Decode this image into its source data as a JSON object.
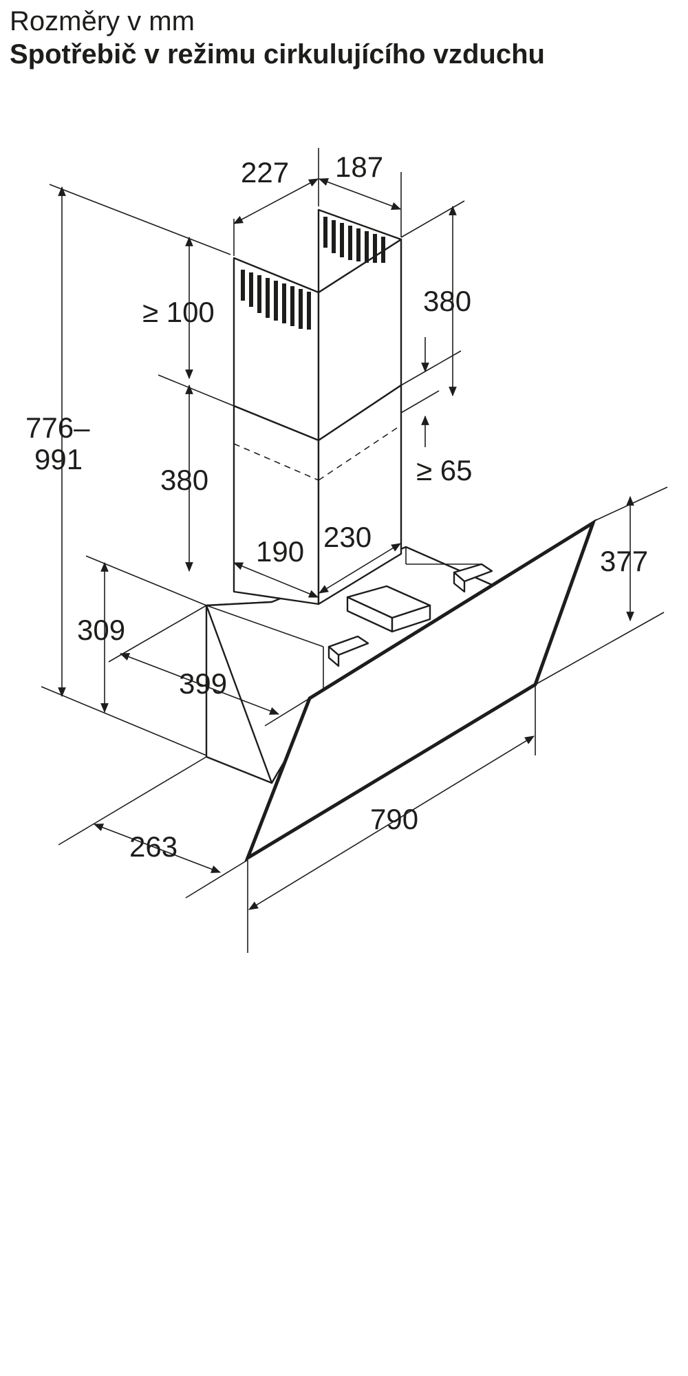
{
  "header": {
    "title": "Rozměry v mm",
    "subtitle": "Spotřebič v režimu cirkulujícího vzduchu"
  },
  "dimensions": {
    "chimney_depth_left": "227",
    "chimney_width_right": "187",
    "upper_chimney_min": "≥ 100",
    "upper_chimney_right": "380",
    "lower_chimney_left": "380",
    "gap_min": "≥ 65",
    "total_height_line1": "776–",
    "total_height_line2": "991",
    "chimney_base_depth": "190",
    "chimney_base_width": "230",
    "glass_height": "377",
    "body_height": "309",
    "body_depth": "399",
    "bottom_depth": "263",
    "total_width": "790"
  }
}
